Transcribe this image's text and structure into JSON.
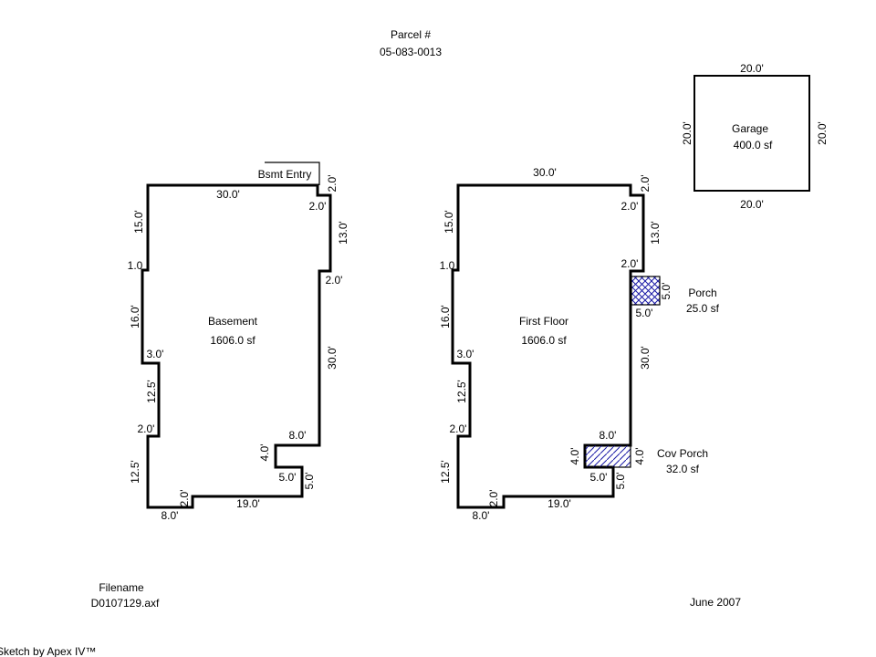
{
  "header": {
    "parcel_label": "Parcel #",
    "parcel_number": "05-083-0013"
  },
  "basement": {
    "name": "Basement",
    "area": "1606.0 sf",
    "entry_label": "Bsmt Entry",
    "dims": [
      "30.0'",
      "2.0'",
      "2.0'",
      "13.0'",
      "2.0'",
      "30.0'",
      "8.0'",
      "4.0'",
      "5.0'",
      "5.0'",
      "19.0'",
      "2.0'",
      "8.0'",
      "12.5'",
      "2.0'",
      "12.5'",
      "3.0'",
      "16.0'",
      "1.0",
      "15.0'"
    ]
  },
  "first_floor": {
    "name": "First Floor",
    "area": "1606.0 sf",
    "dims": [
      "30.0'",
      "2.0'",
      "2.0'",
      "13.0'",
      "2.0'",
      "30.0'",
      "8.0'",
      "4.0'",
      "5.0'",
      "5.0'",
      "19.0'",
      "2.0'",
      "8.0'",
      "12.5'",
      "2.0'",
      "12.5'",
      "3.0'",
      "16.0'",
      "1.0",
      "15.0'"
    ]
  },
  "porch": {
    "name": "Porch",
    "area": "25.0 sf",
    "dims": [
      "5.0'",
      "5.0'"
    ],
    "color": "#1a1aa6"
  },
  "cov_porch": {
    "name": "Cov Porch",
    "area": "32.0 sf",
    "dims": [
      "4.0'",
      "4.0'"
    ],
    "color": "#1a1aa6"
  },
  "garage": {
    "name": "Garage",
    "area": "400.0 sf",
    "dims": [
      "20.0'",
      "20.0'",
      "20.0'",
      "20.0'"
    ]
  },
  "footer": {
    "filename_label": "Filename",
    "filename": "D0107129.axf",
    "date": "June 2007",
    "credit": "Sketch by Apex IV™"
  }
}
